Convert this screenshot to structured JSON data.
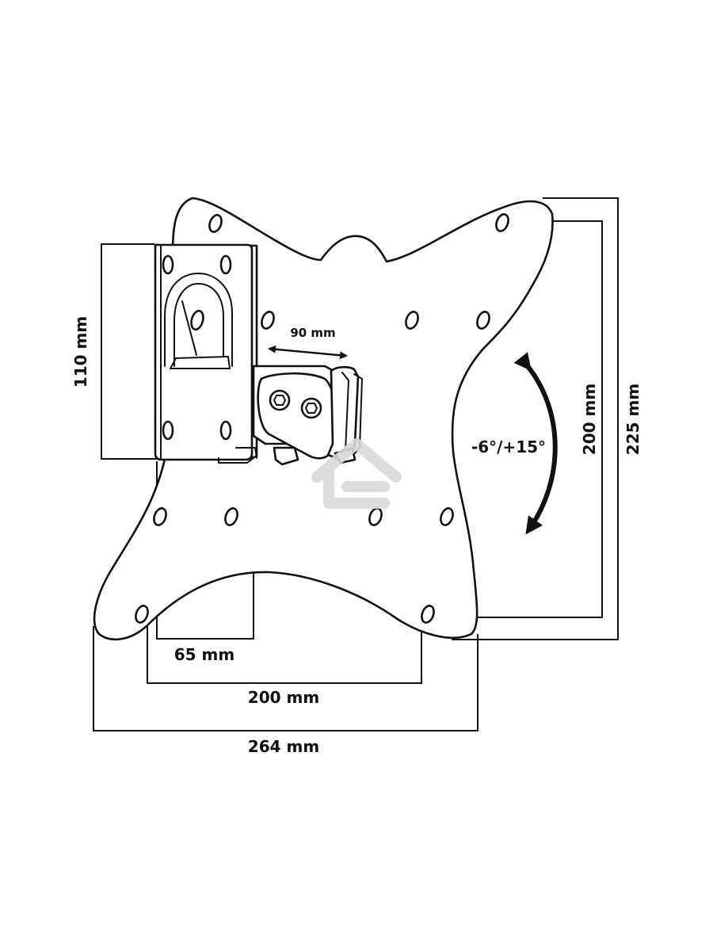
{
  "labels": {
    "bracket_height": "110 mm",
    "arm_extension": "90 mm",
    "bracket_width": "65 mm",
    "hole_spacing_horizontal": "200 mm",
    "plate_width": "264 mm",
    "hole_spacing_vertical": "200 mm",
    "plate_height": "225 mm",
    "tilt_range": "-6°/+15°"
  },
  "icons": {
    "tilt_arrow": "curved-double-arrow-icon",
    "watermark": "house-logo-icon"
  }
}
